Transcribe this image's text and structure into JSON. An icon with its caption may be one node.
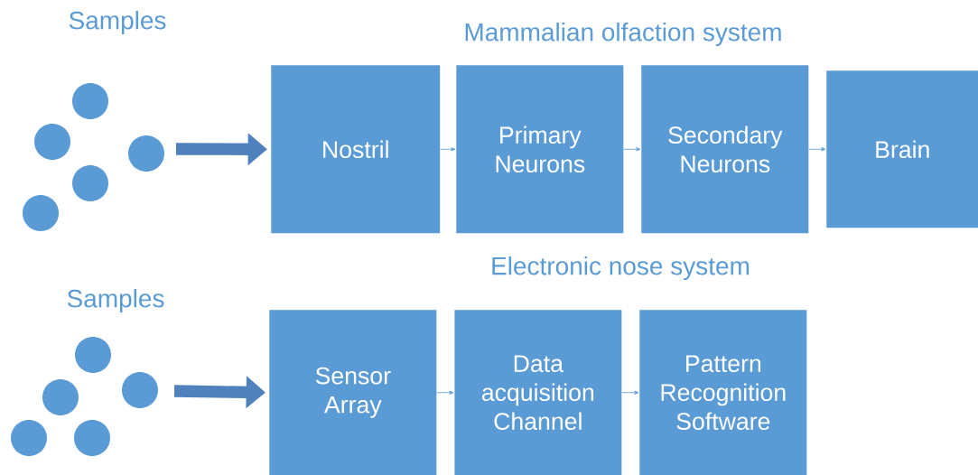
{
  "diagram": {
    "nodes": [
      {
        "text": [
          "Nostril"
        ]
      },
      {
        "text": [
          "Primary Neurons"
        ]
      },
      {
        "text": [
          "Secondary Neurons"
        ]
      },
      {
        "text": [
          "Brain"
        ]
      },
      {
        "text": [
          "Sensor Array"
        ]
      },
      {
        "text": [
          "Data acquisition Channel"
        ]
      },
      {
        "text": [
          "Pattern Recognition Software"
        ]
      }
    ],
    "edges": [
      {
        "from": null,
        "to": 0,
        "arrow": "to",
        "style": "thick",
        "color": "#4f81bd"
      },
      {
        "from": 0,
        "to": 1,
        "arrow": "to"
      },
      {
        "from": 1,
        "to": 2,
        "arrow": "to"
      },
      {
        "from": 2,
        "to": 3,
        "arrow": "to"
      },
      {
        "from": null,
        "to": 4,
        "arrow": "to",
        "style": "thick",
        "color": "#4f81bd"
      },
      {
        "from": 4,
        "to": 5,
        "arrow": "to"
      },
      {
        "from": 5,
        "to": 6,
        "arrow": "to"
      }
    ],
    "labels": [
      "Samples",
      "Mammalian olfaction system",
      "Electronic nose system",
      "Samples"
    ]
  }
}
